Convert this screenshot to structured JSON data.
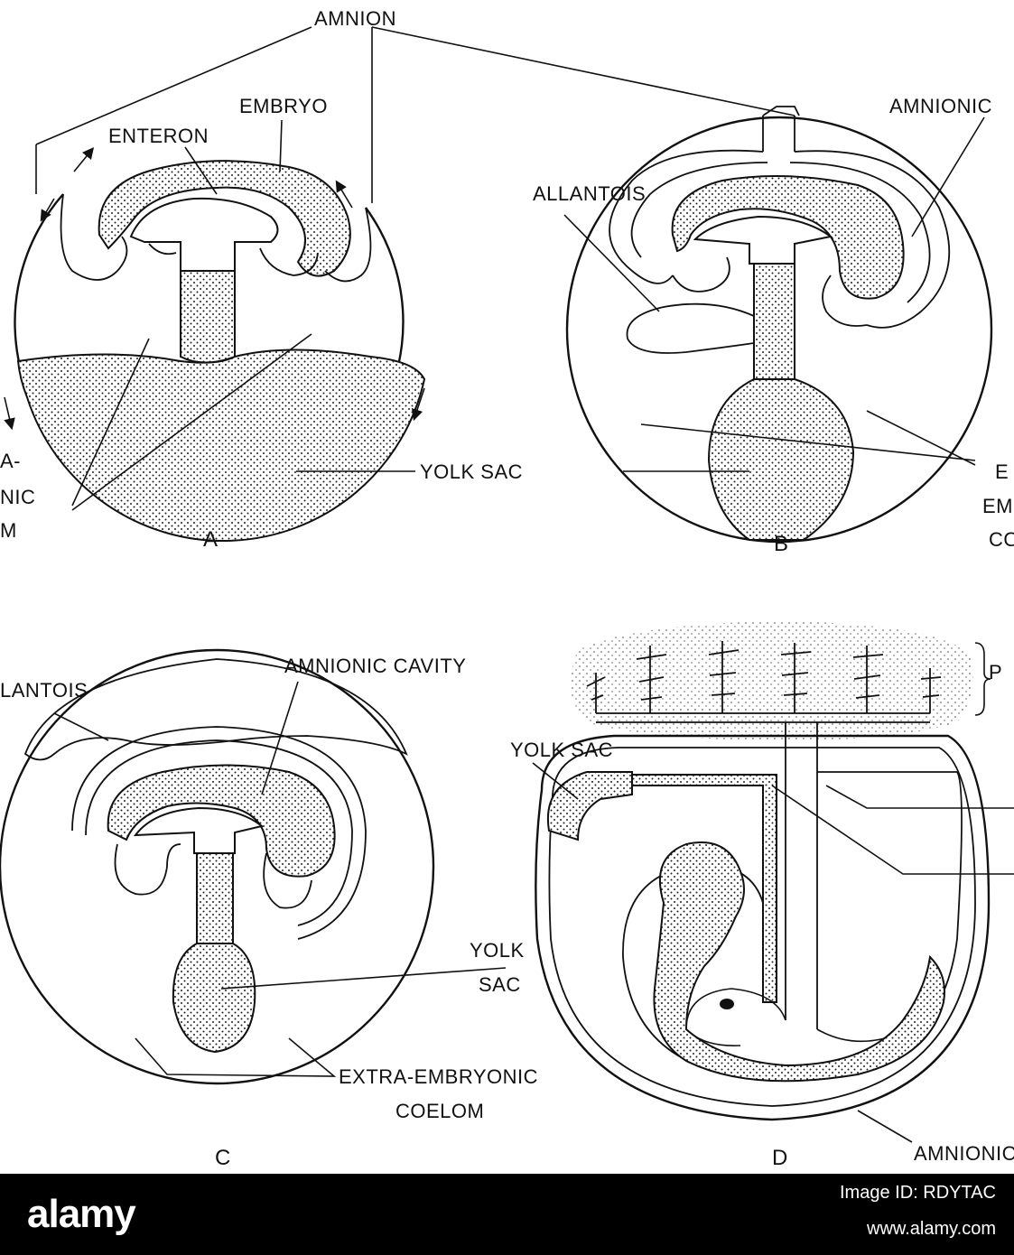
{
  "labels": {
    "amnion": "AMNION",
    "embryo": "EMBRYO",
    "enteron": "ENTERON",
    "amnionic_cut_b": "AMNIONIC",
    "allantois_b": "ALLANTOIS",
    "extra_cut_a1": "A-",
    "extra_cut_a2": "NIC",
    "extra_cut_a3": "M",
    "yolk_sac_ab": "YOLK SAC",
    "extra_cut_b1": "E",
    "extra_cut_b2": "EM",
    "extra_cut_b3": "CO",
    "panel_a": "A",
    "panel_b": "B",
    "allantois_c_cut": "LANTOIS",
    "amnionic_cavity": "AMNIONIC CAVITY",
    "yolk_sac_d": "YOLK SAC",
    "placenta_cut": "P",
    "yolk_c_1": "YOLK",
    "yolk_c_2": "SAC",
    "extra_embryonic": "EXTRA-EMBRYONIC",
    "coelom": "COELOM",
    "amnionic_d_cut": "AMNIONIC",
    "panel_c": "C",
    "panel_d": "D"
  },
  "footer": {
    "brand": "alamy",
    "image_id": "Image ID: RDYTAC",
    "url": "www.alamy.com",
    "background": "#000000",
    "text_color": "#ffffff"
  }
}
